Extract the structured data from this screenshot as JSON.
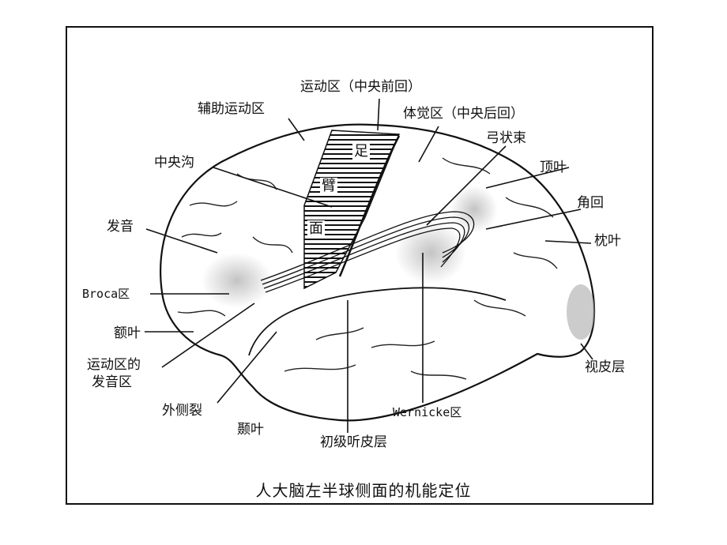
{
  "caption": "人大脑左半球侧面的机能定位",
  "labels": {
    "motor_area": "运动区（中央前回）",
    "supp_motor": "辅助运动区",
    "somato": "体觉区（中央后回）",
    "arcuate": "弓状束",
    "central_sulcus": "中央沟",
    "parietal": "顶叶",
    "angular": "角回",
    "articulation": "发音",
    "occipital": "枕叶",
    "broca": "Broca区",
    "frontal": "额叶",
    "motor_speech_1": "运动区的",
    "motor_speech_2": "发音区",
    "visual_cortex": "视皮层",
    "lateral_fissure": "外侧裂",
    "temporal": "颞叶",
    "wernicke": "Wernicke区",
    "auditory": "初级听皮层"
  },
  "homunculus": {
    "foot": "足",
    "arm": "臂",
    "face": "面"
  }
}
